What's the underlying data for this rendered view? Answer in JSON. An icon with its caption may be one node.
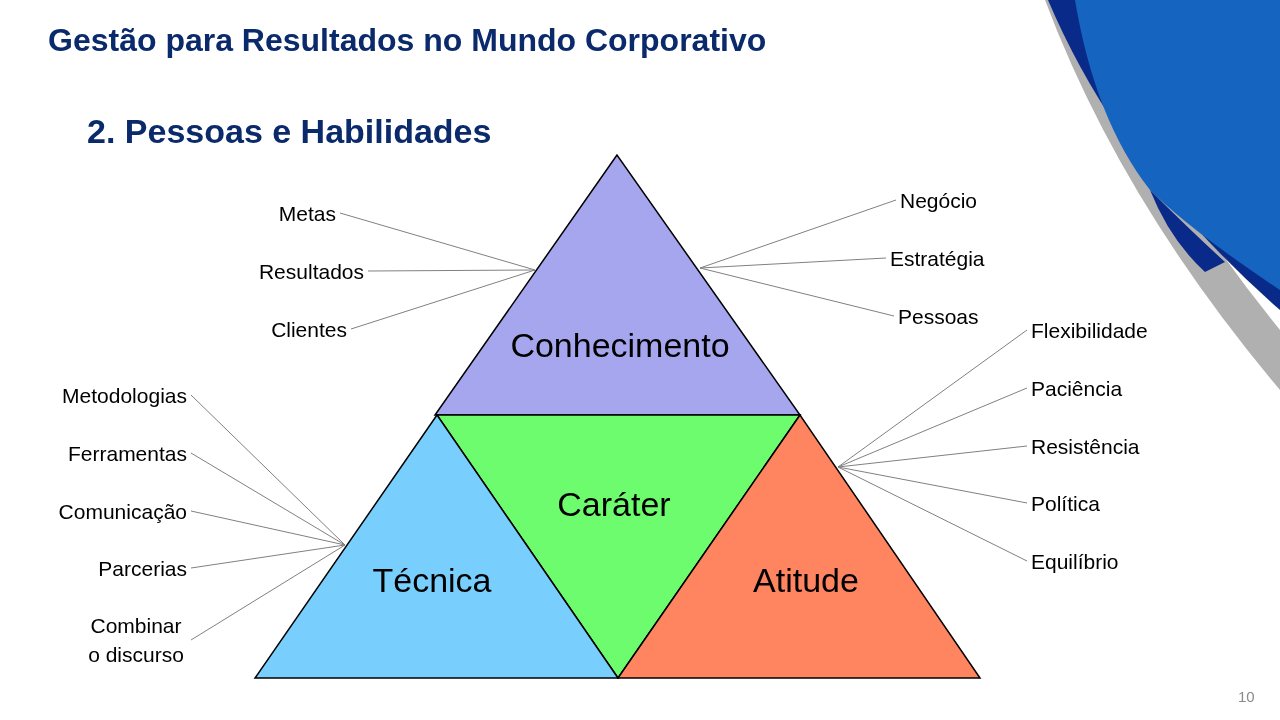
{
  "diagram": {
    "title": "Gestão para Resultados no Mundo Corporativo",
    "nodes": [
      {
        "text": [
          "Conhecimento"
        ]
      },
      {
        "text": [
          "Caráter"
        ]
      },
      {
        "text": [
          "Técnica"
        ]
      },
      {
        "text": [
          "Atitude"
        ]
      },
      {
        "text": [
          "Metas"
        ]
      },
      {
        "text": [
          "Resultados"
        ]
      },
      {
        "text": [
          "Clientes"
        ]
      },
      {
        "text": [
          "Negócio"
        ]
      },
      {
        "text": [
          "Estratégia"
        ]
      },
      {
        "text": [
          "Pessoas"
        ]
      },
      {
        "text": [
          "Metodologias"
        ]
      },
      {
        "text": [
          "Ferramentas"
        ]
      },
      {
        "text": [
          "Comunicação"
        ]
      },
      {
        "text": [
          "Parcerias"
        ]
      },
      {
        "text": [
          "Combinar o discurso"
        ]
      },
      {
        "text": [
          "Flexibilidade"
        ]
      },
      {
        "text": [
          "Paciência"
        ]
      },
      {
        "text": [
          "Resistência"
        ]
      },
      {
        "text": [
          "Política"
        ]
      },
      {
        "text": [
          "Equilíbrio"
        ]
      }
    ],
    "edges": [
      {
        "from": 4,
        "to": 0,
        "arrow": "none"
      },
      {
        "from": 5,
        "to": 0,
        "arrow": "none"
      },
      {
        "from": 6,
        "to": 0,
        "arrow": "none"
      },
      {
        "from": 7,
        "to": 0,
        "arrow": "none"
      },
      {
        "from": 8,
        "to": 0,
        "arrow": "none"
      },
      {
        "from": 9,
        "to": 0,
        "arrow": "none"
      },
      {
        "from": 10,
        "to": 2,
        "arrow": "none"
      },
      {
        "from": 11,
        "to": 2,
        "arrow": "none"
      },
      {
        "from": 12,
        "to": 2,
        "arrow": "none"
      },
      {
        "from": 13,
        "to": 2,
        "arrow": "none"
      },
      {
        "from": 14,
        "to": 2,
        "arrow": "none"
      },
      {
        "from": 15,
        "to": 3,
        "arrow": "none"
      },
      {
        "from": 16,
        "to": 3,
        "arrow": "none"
      },
      {
        "from": 17,
        "to": 3,
        "arrow": "none"
      },
      {
        "from": 18,
        "to": 3,
        "arrow": "none"
      },
      {
        "from": 19,
        "to": 3,
        "arrow": "none"
      }
    ],
    "labels": [
      "2. Pessoas e Habilidades",
      "10"
    ]
  }
}
